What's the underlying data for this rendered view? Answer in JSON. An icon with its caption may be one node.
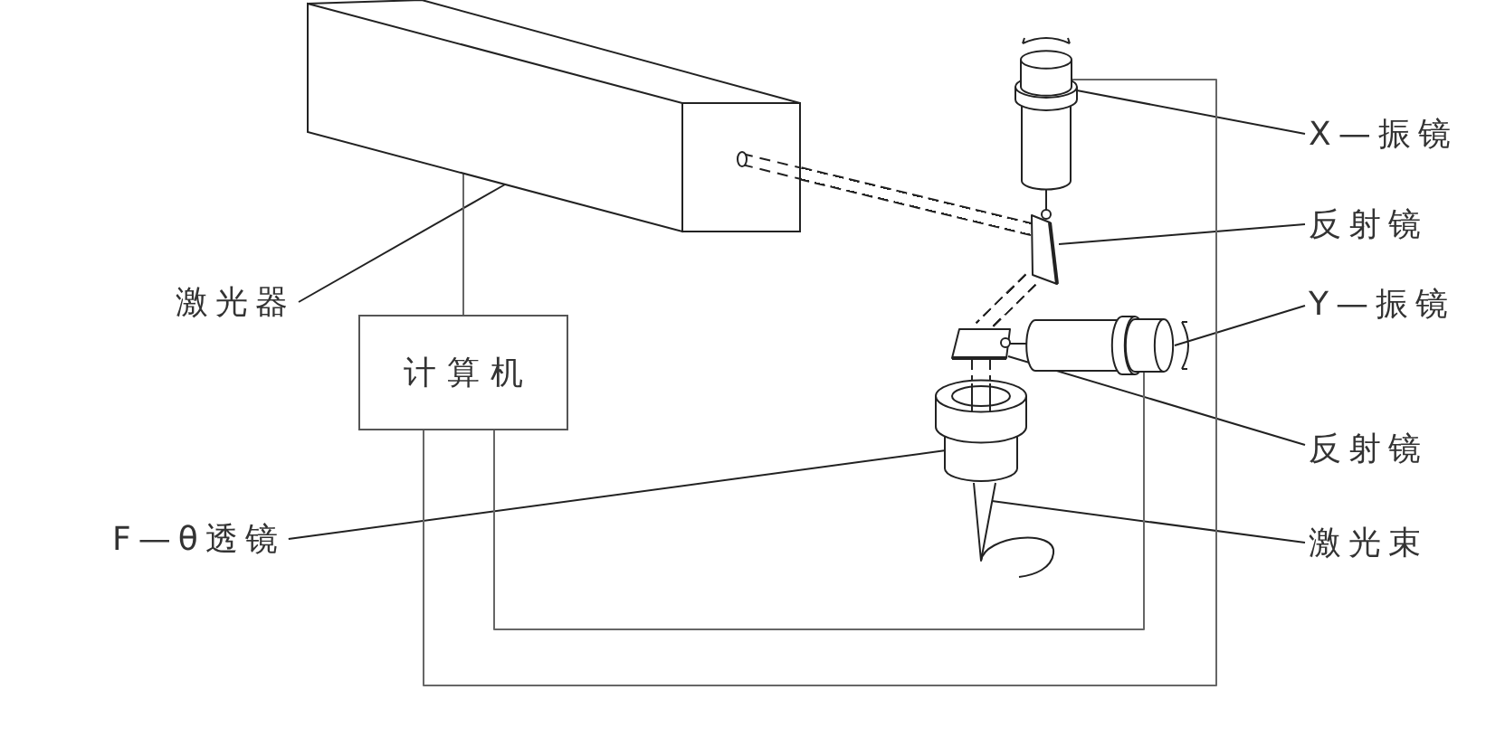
{
  "diagram": {
    "nodes": [
      {
        "text": [],
        "shape": "box"
      },
      {
        "text": [],
        "shape": "cylinder"
      },
      {
        "text": [
          "X—振镜"
        ]
      },
      {
        "text": [],
        "shape": "picture"
      },
      {
        "text": [
          "反射镜"
        ]
      },
      {
        "text": [
          "激光器"
        ]
      },
      {
        "text": [
          "计算机"
        ]
      },
      {
        "text": [],
        "shape": "picture"
      },
      {
        "text": [],
        "shape": "cylinder"
      },
      {
        "text": [
          "Y—振镜"
        ]
      },
      {
        "text": [],
        "shape": "cylinder"
      },
      {
        "text": [
          "反射镜"
        ]
      },
      {
        "text": [],
        "shape": "picture"
      },
      {
        "text": [
          "F—θ透镜"
        ]
      },
      {
        "text": [
          "激光束"
        ]
      }
    ],
    "edges": [
      {
        "from": 2,
        "to": 1,
        "arrow": "none"
      },
      {
        "from": 4,
        "to": 3,
        "arrow": "none"
      },
      {
        "from": 5,
        "to": 0,
        "arrow": "none"
      },
      {
        "from": 9,
        "to": 8,
        "arrow": "none"
      },
      {
        "from": 11,
        "to": 7,
        "arrow": "none"
      },
      {
        "from": 13,
        "to": 10,
        "arrow": "none"
      },
      {
        "from": 14,
        "to": 12,
        "arrow": "none"
      },
      {
        "from": 6,
        "to": 0,
        "arrow": "none",
        "color": "#666666"
      },
      {
        "from": 6,
        "to": 1,
        "arrow": "none",
        "color": "#666666"
      },
      {
        "from": 6,
        "to": 8,
        "arrow": "none",
        "color": "#666666"
      },
      {
        "from": 0,
        "to": 3,
        "arrow": "none",
        "style": "dashed"
      },
      {
        "from": 3,
        "to": 7,
        "arrow": "none",
        "style": "dashed"
      },
      {
        "from": 7,
        "to": 10,
        "arrow": "none",
        "style": "dashed"
      },
      {
        "from": 1,
        "to": 3,
        "arrow": "none"
      },
      {
        "from": 8,
        "to": 7,
        "arrow": "none"
      }
    ]
  }
}
